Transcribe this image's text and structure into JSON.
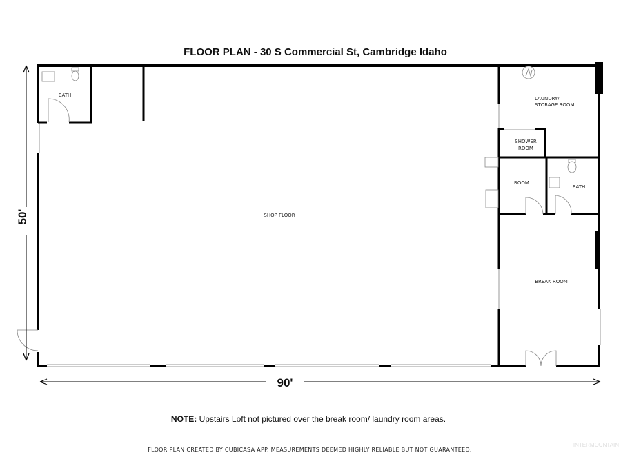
{
  "title": "FLOOR PLAN - 30 S Commercial St, Cambridge Idaho",
  "rooms": {
    "bath_left": "BATH",
    "shop_floor": "SHOP FLOOR",
    "laundry_line1": "LAUNDRY/",
    "laundry_line2": "STORAGE ROOM",
    "shower_line1": "SHOWER",
    "shower_line2": "ROOM",
    "room": "ROOM",
    "bath_right": "BATH",
    "break_room": "BREAK ROOM"
  },
  "dimensions": {
    "width": "90'",
    "height": "50'"
  },
  "note": {
    "label": "NOTE:",
    "text": " Upstairs Loft not pictured over the break room/ laundry room areas."
  },
  "footer": "FLOOR PLAN CREATED BY CUBICASA APP. MEASUREMENTS DEEMED HIGHLY RELIABLE BUT NOT GUARANTEED.",
  "watermark": "INTERMOUNTAIN"
}
